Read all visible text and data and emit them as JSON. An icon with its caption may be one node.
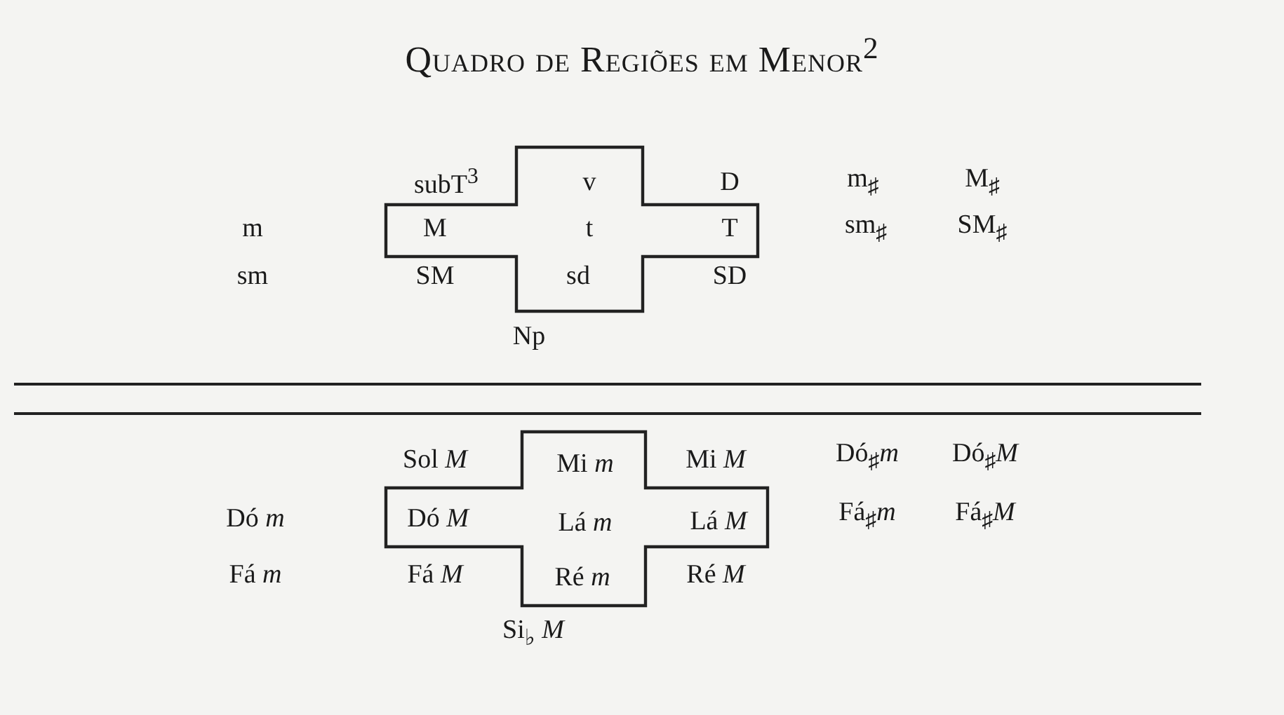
{
  "diagram": {
    "title": "Quadro de Regiões em Menor$^{2}$",
    "nodes": [
      {
        "text": [
          "v",
          "M",
          "t",
          "T",
          "sd"
        ]
      },
      {
        "text": [
          "Mi *m*",
          "Dó *M*",
          "Lá *m*",
          "Lá *M*",
          "Ré *m*"
        ]
      }
    ],
    "labels": [
      "subT$^{3}$",
      "D",
      "m$_{♯}$",
      "M$_{♯}$",
      "m",
      "sm$_{♯}$",
      "SM$_{♯}$",
      "sm",
      "SM",
      "SD",
      "Np",
      "Sol *M*",
      "Mi *M*",
      "Dó$_{♯}$*m*",
      "Dó$_{♯}$*M*",
      "Dó *m*",
      "Fá$_{♯}$*m*",
      "Fá$_{♯}$*M*",
      "Fá *m*",
      "Fá *M*",
      "Ré *M*",
      "Si$_{♭}$ *M*"
    ]
  }
}
